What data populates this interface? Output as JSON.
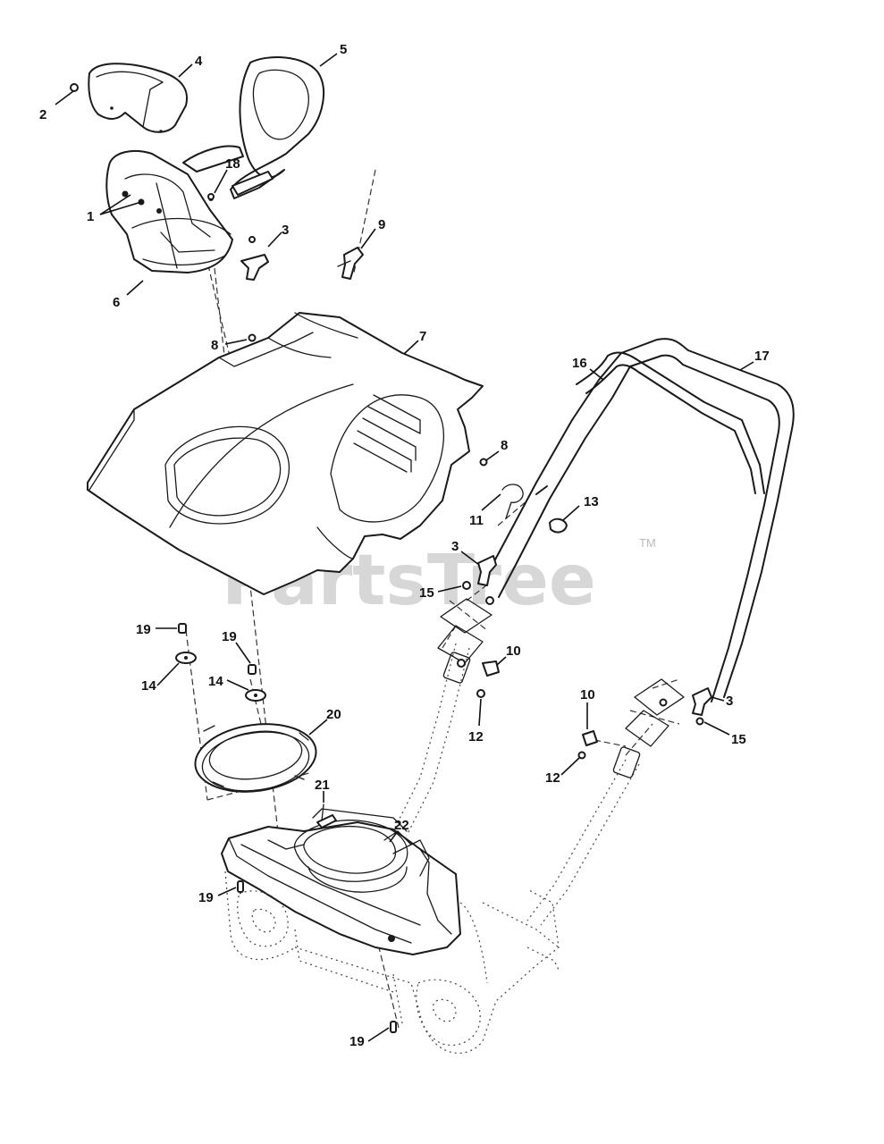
{
  "watermark": {
    "text": "PartsTree",
    "trademark": "TM"
  },
  "callouts": [
    {
      "id": "c2",
      "label": "2"
    },
    {
      "id": "c4",
      "label": "4"
    },
    {
      "id": "c5",
      "label": "5"
    },
    {
      "id": "c18",
      "label": "18"
    },
    {
      "id": "c1",
      "label": "1"
    },
    {
      "id": "c3a",
      "label": "3"
    },
    {
      "id": "c9",
      "label": "9"
    },
    {
      "id": "c6",
      "label": "6"
    },
    {
      "id": "c8a",
      "label": "8"
    },
    {
      "id": "c7",
      "label": "7"
    },
    {
      "id": "c16",
      "label": "16"
    },
    {
      "id": "c17",
      "label": "17"
    },
    {
      "id": "c8b",
      "label": "8"
    },
    {
      "id": "c11",
      "label": "11"
    },
    {
      "id": "c13",
      "label": "13"
    },
    {
      "id": "c3b",
      "label": "3"
    },
    {
      "id": "c15a",
      "label": "15"
    },
    {
      "id": "c19a",
      "label": "19"
    },
    {
      "id": "c19b",
      "label": "19"
    },
    {
      "id": "c14a",
      "label": "14"
    },
    {
      "id": "c14b",
      "label": "14"
    },
    {
      "id": "c10a",
      "label": "10"
    },
    {
      "id": "c12a",
      "label": "12"
    },
    {
      "id": "c20",
      "label": "20"
    },
    {
      "id": "c10b",
      "label": "10"
    },
    {
      "id": "c3c",
      "label": "3"
    },
    {
      "id": "c15b",
      "label": "15"
    },
    {
      "id": "c12b",
      "label": "12"
    },
    {
      "id": "c21",
      "label": "21"
    },
    {
      "id": "c22",
      "label": "22"
    },
    {
      "id": "c19c",
      "label": "19"
    },
    {
      "id": "c19d",
      "label": "19"
    }
  ]
}
